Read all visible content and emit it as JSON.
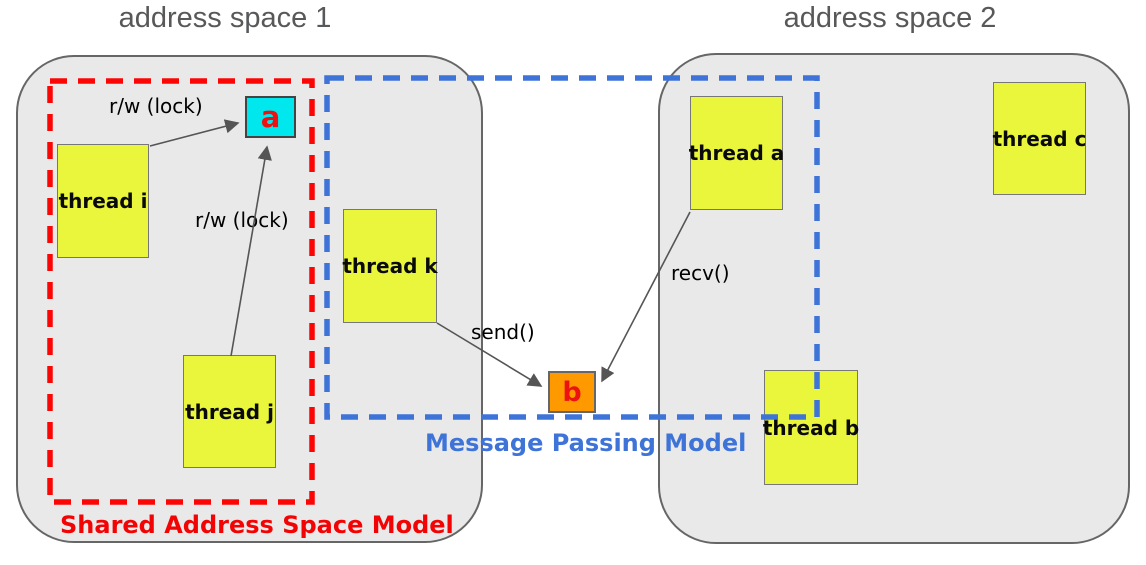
{
  "titles": {
    "left": "address space 1",
    "right": "address space 2"
  },
  "threads": {
    "i": "thread i",
    "j": "thread j",
    "k": "thread k",
    "a": "thread a",
    "b": "thread b",
    "c": "thread c"
  },
  "variables": {
    "a": "a",
    "b": "b"
  },
  "operations": {
    "rw_lock_1": "r/w (lock)",
    "rw_lock_2": "r/w (lock)",
    "send": "send()",
    "recv": "recv()"
  },
  "models": {
    "shared": "Shared Address Space Model",
    "message": "Message Passing Model"
  },
  "colors": {
    "address_space_fill": "#e9e9e9",
    "address_space_border": "#666666",
    "thread_fill": "#e9f63c",
    "variable_a_fill": "#00e7ee",
    "variable_b_fill": "#ff9900",
    "variable_letter": "#ee1111",
    "shared_model_red": "#f20404",
    "message_model_blue": "#3e73d8",
    "title_gray": "#57585a",
    "arrow_gray": "#555555"
  }
}
